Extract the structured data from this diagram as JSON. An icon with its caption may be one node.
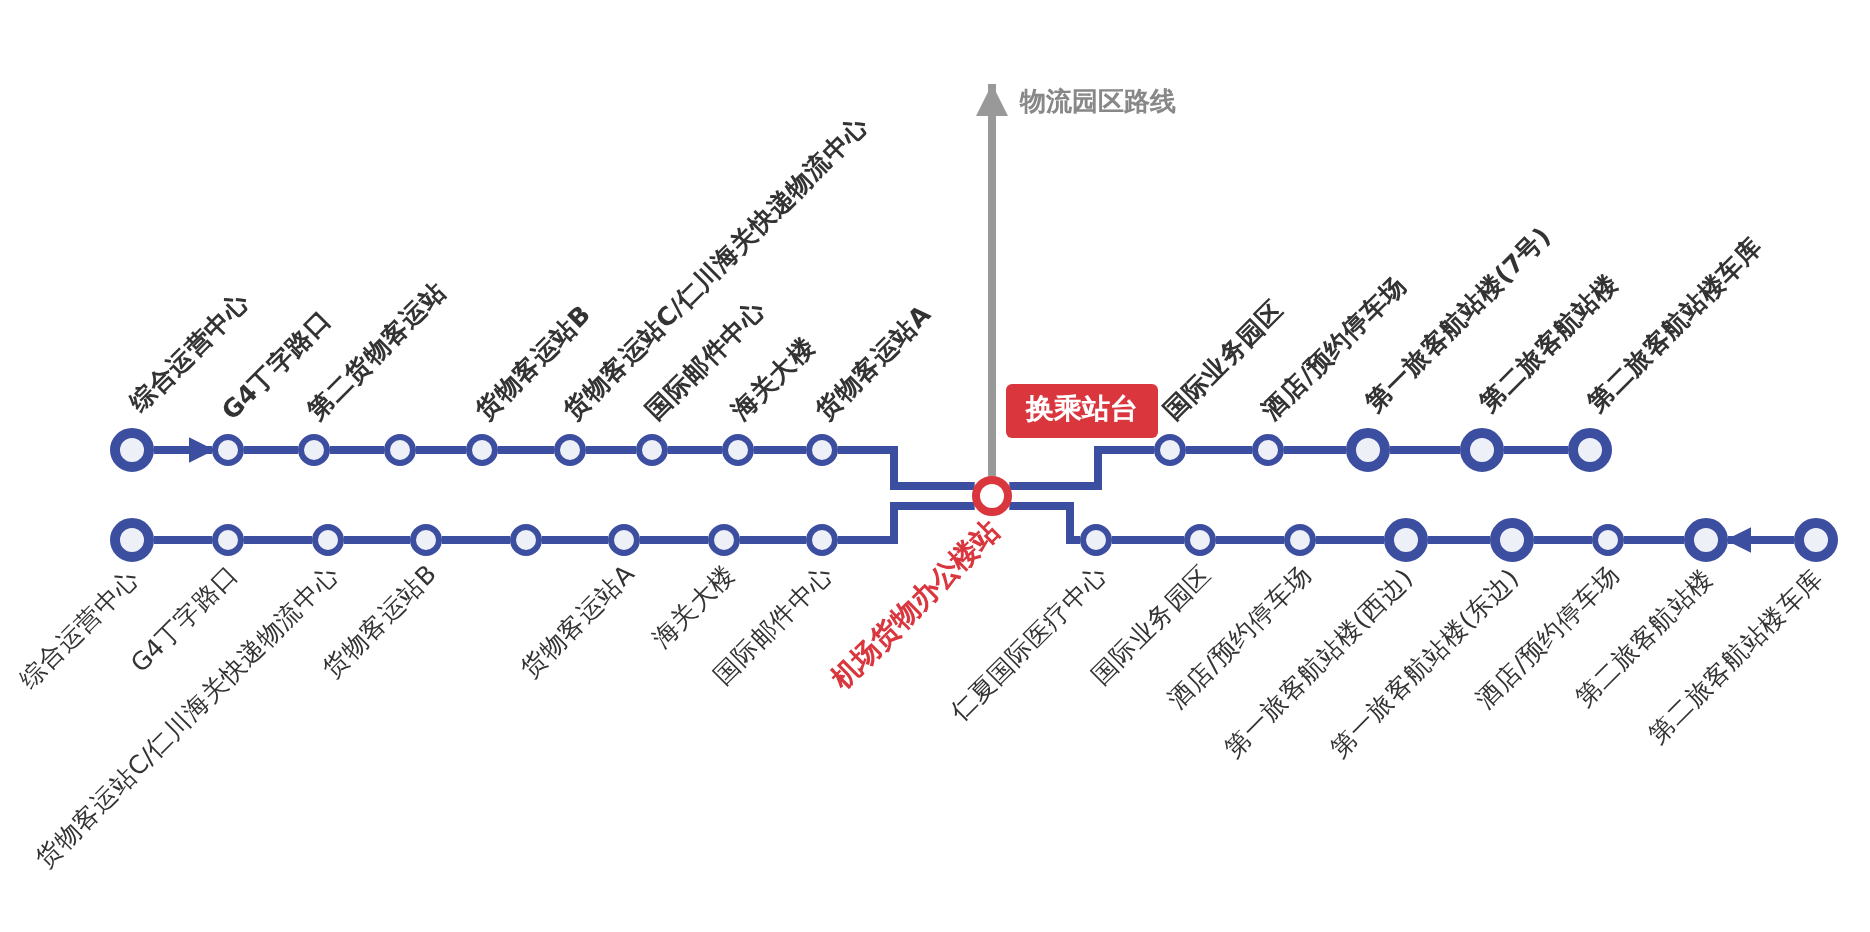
{
  "diagram": {
    "nodes": [
      {
        "text": [
          "物流园区路线"
        ]
      },
      {
        "text": [
          "综合运营中心"
        ]
      },
      {
        "text": [
          "G4丁字路口"
        ]
      },
      {
        "text": [
          "第二货物客运站"
        ]
      },
      {
        "text": [],
        "shape": "circle"
      },
      {
        "text": [
          "货物客运站B"
        ]
      },
      {
        "text": [
          "货物客运站C/仁川海关快递物流中心"
        ]
      },
      {
        "text": [
          "国际邮件中心"
        ]
      },
      {
        "text": [
          "海关大楼"
        ]
      },
      {
        "text": [
          "货物客运站A"
        ]
      },
      {
        "text": [
          "换乘站台"
        ]
      },
      {
        "text": [
          "机场货物办公楼站"
        ]
      },
      {
        "text": [
          "国际业务园区"
        ]
      },
      {
        "text": [
          "酒店/预约停车场"
        ]
      },
      {
        "text": [
          "第一旅客航站楼(7号)"
        ]
      },
      {
        "text": [
          "第二旅客航站楼"
        ]
      },
      {
        "text": [
          "第二旅客航站楼车库"
        ]
      },
      {
        "text": [
          "综合运营中心"
        ]
      },
      {
        "text": [
          "G4丁字路口"
        ]
      },
      {
        "text": [
          "货物客运站C/仁川海关快递物流中心"
        ]
      },
      {
        "text": [
          "货物客运站B"
        ]
      },
      {
        "text": [],
        "shape": "circle"
      },
      {
        "text": [
          "货物客运站A"
        ]
      },
      {
        "text": [
          "海关大楼"
        ]
      },
      {
        "text": [
          "国际邮件中心"
        ]
      },
      {
        "text": [
          "仁夏国际医疗中心"
        ]
      },
      {
        "text": [
          "国际业务园区"
        ]
      },
      {
        "text": [
          "酒店/预约停车场"
        ]
      },
      {
        "text": [
          "第一旅客航站楼(西边)"
        ]
      },
      {
        "text": [
          "第一旅客航站楼(东边)"
        ]
      },
      {
        "text": [
          "酒店/预约停车场"
        ]
      },
      {
        "text": [
          "第二旅客航站楼"
        ]
      },
      {
        "text": [
          "第二旅客航站楼车库"
        ]
      }
    ],
    "edges": [
      {
        "from": 1,
        "to": 2,
        "arrow": "to"
      },
      {
        "from": 2,
        "to": 3,
        "arrow": "none"
      },
      {
        "from": 3,
        "to": 4,
        "arrow": "none"
      },
      {
        "from": 4,
        "to": 5,
        "arrow": "none"
      },
      {
        "from": 5,
        "to": 6,
        "arrow": "none"
      },
      {
        "from": 6,
        "to": 7,
        "arrow": "none"
      },
      {
        "from": 7,
        "to": 8,
        "arrow": "none"
      },
      {
        "from": 8,
        "to": 9,
        "arrow": "none"
      },
      {
        "from": 9,
        "to": 11,
        "arrow": "none"
      },
      {
        "from": 11,
        "to": 12,
        "arrow": "none"
      },
      {
        "from": 12,
        "to": 13,
        "arrow": "none"
      },
      {
        "from": 13,
        "to": 14,
        "arrow": "none"
      },
      {
        "from": 14,
        "to": 15,
        "arrow": "none"
      },
      {
        "from": 15,
        "to": 16,
        "arrow": "none"
      },
      {
        "from": 17,
        "to": 18,
        "arrow": "none"
      },
      {
        "from": 18,
        "to": 19,
        "arrow": "none"
      },
      {
        "from": 19,
        "to": 20,
        "arrow": "none"
      },
      {
        "from": 20,
        "to": 21,
        "arrow": "none"
      },
      {
        "from": 21,
        "to": 22,
        "arrow": "none"
      },
      {
        "from": 22,
        "to": 23,
        "arrow": "none"
      },
      {
        "from": 23,
        "to": 24,
        "arrow": "none"
      },
      {
        "from": 24,
        "to": 11,
        "arrow": "none"
      },
      {
        "from": 11,
        "to": 25,
        "arrow": "none"
      },
      {
        "from": 25,
        "to": 26,
        "arrow": "none"
      },
      {
        "from": 26,
        "to": 27,
        "arrow": "none"
      },
      {
        "from": 27,
        "to": 28,
        "arrow": "none"
      },
      {
        "from": 28,
        "to": 29,
        "arrow": "none"
      },
      {
        "from": 29,
        "to": 30,
        "arrow": "none"
      },
      {
        "from": 30,
        "to": 31,
        "arrow": "none"
      },
      {
        "from": 32,
        "to": 31,
        "arrow": "to"
      },
      {
        "from": 11,
        "to": 0,
        "arrow": "to",
        "color": "#999999"
      }
    ]
  }
}
